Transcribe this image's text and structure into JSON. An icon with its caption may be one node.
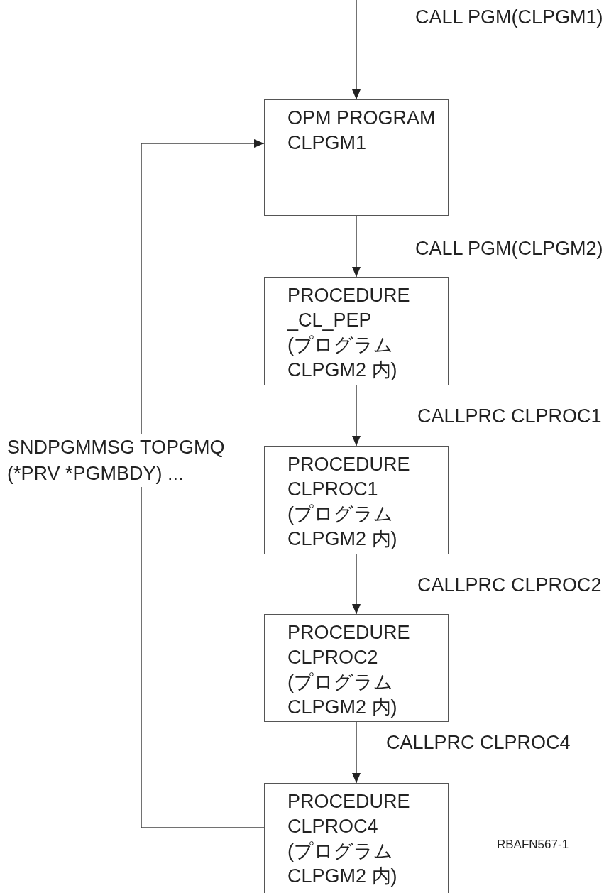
{
  "diagram": {
    "nodes": [
      {
        "text": [
          "OPM PROGRAM CLPGM1"
        ]
      },
      {
        "text": [
          "PROCEDURE _CL_PEP (プログラム CLPGM2 内)"
        ]
      },
      {
        "text": [
          "PROCEDURE CLPROC1 (プログラム CLPGM2 内)"
        ]
      },
      {
        "text": [
          "PROCEDURE CLPROC2 (プログラム CLPGM2 内)"
        ]
      },
      {
        "text": [
          "PROCEDURE CLPROC4 (プログラム CLPGM2 内)"
        ]
      }
    ],
    "edges": [
      {
        "from": null,
        "to": 0,
        "arrow": "to",
        "label": "CALL PGM(CLPGM1)"
      },
      {
        "from": 0,
        "to": 1,
        "arrow": "to",
        "label": "CALL PGM(CLPGM2)"
      },
      {
        "from": 1,
        "to": 2,
        "arrow": "to",
        "label": "CALLPRC CLPROC1"
      },
      {
        "from": 2,
        "to": 3,
        "arrow": "to",
        "label": "CALLPRC CLPROC2"
      },
      {
        "from": 3,
        "to": 4,
        "arrow": "to",
        "label": "CALLPRC CLPROC4"
      },
      {
        "from": 4,
        "to": 0,
        "arrow": "to",
        "label": "SNDPGMMSG TOPGMQ (*PRV *PGMBDY) ..."
      }
    ],
    "labels": [
      "RBAFN567-1"
    ]
  }
}
